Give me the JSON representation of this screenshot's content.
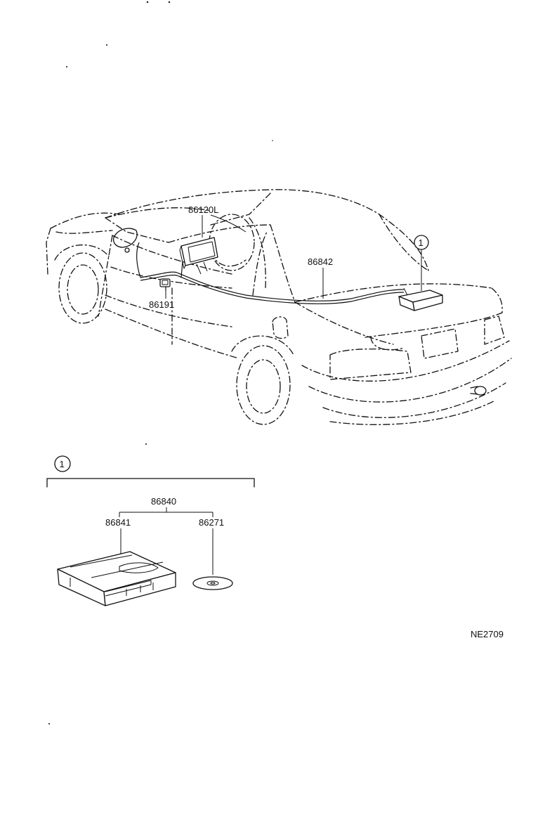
{
  "labels": {
    "navigation_display": "86120L",
    "antenna": "86191",
    "cord": "86842",
    "set_callout": "1",
    "set": "86840",
    "computer": "86841",
    "disc": "86271",
    "legend_callout": "1",
    "figure_code": "NE2709"
  }
}
